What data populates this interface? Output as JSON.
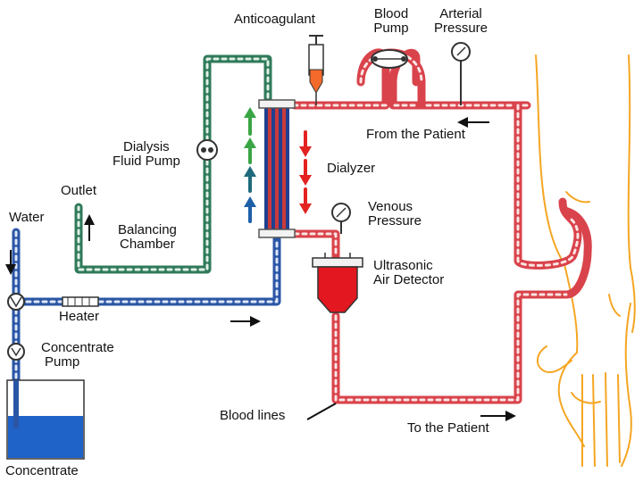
{
  "labels": {
    "anticoagulant": "Anticoagulant",
    "blood_pump_1": "Blood",
    "blood_pump_2": "Pump",
    "arterial_1": "Arterial",
    "arterial_2": "Pressure",
    "from_patient": "From the Patient",
    "dialysis_pump_1": "Dialysis",
    "dialysis_pump_2": "Fluid Pump",
    "dialyzer": "Dialyzer",
    "outlet": "Outlet",
    "water": "Water",
    "balancing_1": "Balancing",
    "balancing_2": "Chamber",
    "venous_1": "Venous",
    "venous_2": "Pressure",
    "ultrasonic_1": "Ultrasonic",
    "ultrasonic_2": "Air Detector",
    "heater": "Heater",
    "concentrate_pump_1": "Concentrate",
    "concentrate_pump_2": "Pump",
    "blood_lines": "Blood lines",
    "to_patient": "To the Patient",
    "concentrate": "Concentrate"
  },
  "colors": {
    "blood_line": "#d9434b",
    "dialysate_fresh": "#2b56a6",
    "dialysate_used": "#2f7a5a",
    "concentrate_fluid": "#1f62c8",
    "detector": "#e3171f",
    "anticoagulant": "#f36a2a",
    "hand_outline": "#f5a623",
    "arrow_green": "#3aa545",
    "arrow_teal": "#1f6b7d",
    "arrow_blue": "#1e5fa8",
    "arrow_red": "#e32222"
  }
}
